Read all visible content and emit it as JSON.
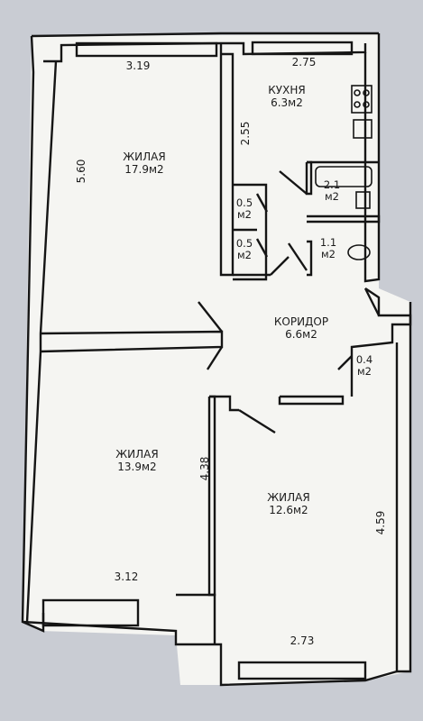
{
  "rooms": {
    "living_1": {
      "name": "ЖИЛАЯ",
      "area": "17.9м2"
    },
    "kitchen": {
      "name": "КУХНЯ",
      "area": "6.3м2"
    },
    "bath": {
      "area_num": "2.1",
      "area_unit": "м2"
    },
    "closet_1": {
      "area_num": "0.5",
      "area_unit": "м2"
    },
    "closet_2": {
      "area_num": "0.5",
      "area_unit": "м2"
    },
    "wc": {
      "area_num": "1.1",
      "area_unit": "м2"
    },
    "corridor": {
      "name": "КОРИДОР",
      "area": "6.6м2"
    },
    "closet_3": {
      "area_num": "0.4",
      "area_unit": "м2"
    },
    "living_2": {
      "name": "ЖИЛАЯ",
      "area": "13.9м2"
    },
    "living_3": {
      "name": "ЖИЛАЯ",
      "area": "12.6м2"
    }
  },
  "dimensions": {
    "living_1_width": "3.19",
    "living_1_length": "5.60",
    "kitchen_width": "2.75",
    "kitchen_length": "2.55",
    "living_2_width": "3.12",
    "living_2_length": "4.38",
    "living_3_width": "2.73",
    "living_3_length": "4.59"
  },
  "colors": {
    "paper": "#c9ccd3",
    "wall": "#151515",
    "fill": "#f5f5f2"
  }
}
